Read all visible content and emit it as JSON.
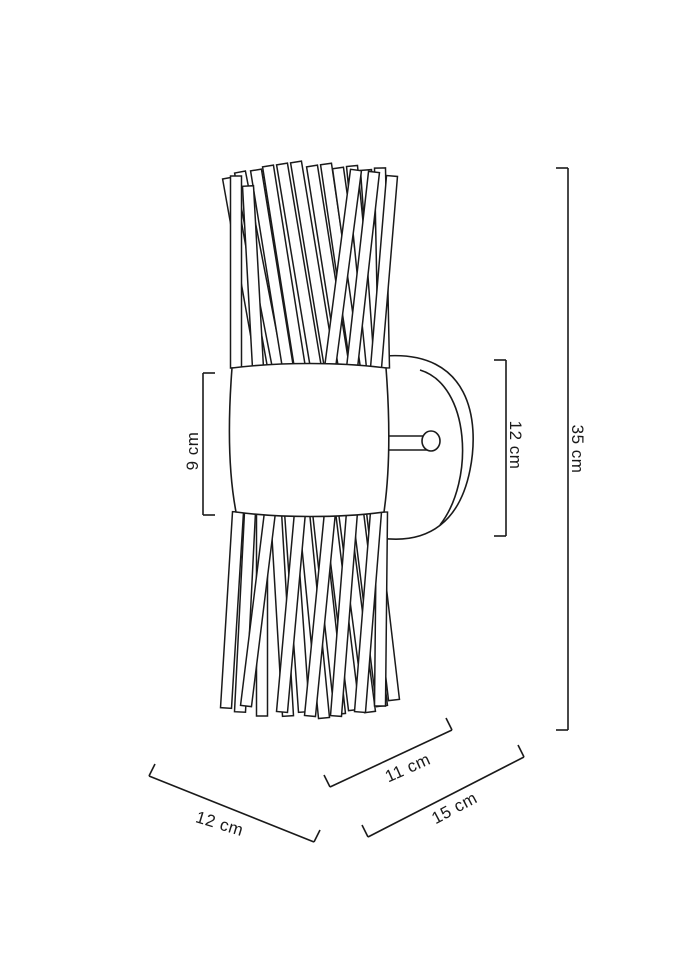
{
  "diagram": {
    "dimensions": {
      "total_height": "35 cm",
      "mount_height": "12 cm",
      "band_height": "9 cm",
      "bottom_width": "12 cm",
      "depth": "11 cm",
      "overall_depth": "15 cm"
    }
  }
}
